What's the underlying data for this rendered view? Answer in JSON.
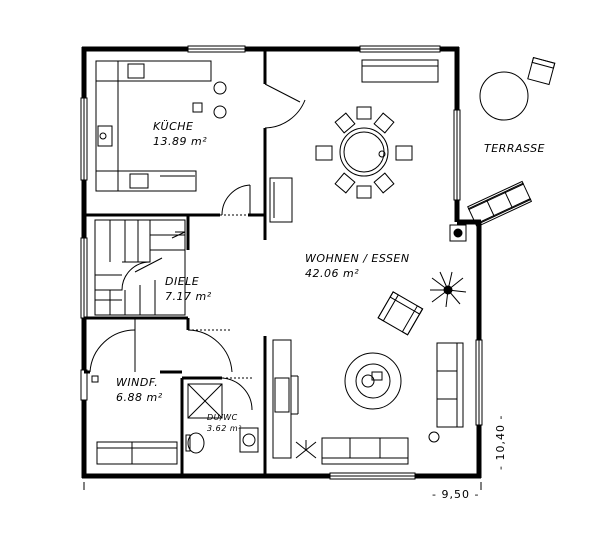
{
  "rooms": {
    "kueche": {
      "name": "KÜCHE",
      "area": "13.89 m²"
    },
    "diele": {
      "name": "DIELE",
      "area": "7.17 m²"
    },
    "windfang": {
      "name": "WINDF.",
      "area": "6.88 m²"
    },
    "duwc": {
      "name": "DU/WC",
      "area": "3.62 m²"
    },
    "wohnen": {
      "name": "WOHNEN / ESSEN",
      "area": "42.06 m²"
    },
    "terrasse": {
      "name": "TERRASSE"
    }
  },
  "dimensions": {
    "width": "- 9,50 -",
    "height": "- 10,40 -"
  },
  "colors": {
    "wall": "#000000",
    "furniture": "#000000",
    "background": "#ffffff"
  }
}
